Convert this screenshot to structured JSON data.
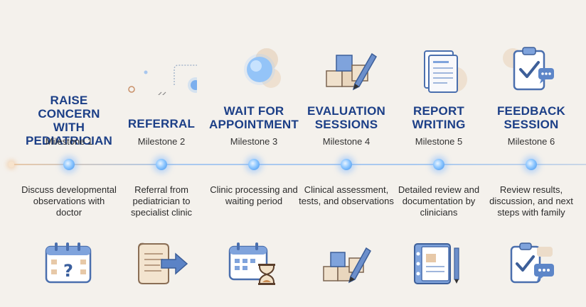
{
  "steps": [
    {
      "title": "RAISE CONCERN WITH PEDIATRICIAN",
      "milestone": "Milestone 1",
      "description": "Discuss developmental observations with doctor",
      "top_icon": "doctor-concern-icon",
      "bottom_icon": "calendar-question-icon"
    },
    {
      "title": "REFERRAL",
      "milestone": "Milestone 2",
      "description": "Referral from pediatrician to specialist clinic",
      "top_icon": "referral-path-icon",
      "bottom_icon": "scroll-arrow-icon"
    },
    {
      "title": "WAIT FOR APPOINTMENT",
      "milestone": "Milestone 3",
      "description": "Clinic processing and waiting period",
      "top_icon": "waiting-orb-icon",
      "bottom_icon": "calendar-hourglass-icon"
    },
    {
      "title": "EVALUATION SESSIONS",
      "milestone": "Milestone 4",
      "description": "Clinical assessment, tests, and observations",
      "top_icon": "blocks-pencil-icon",
      "bottom_icon": "blocks-pencil-icon"
    },
    {
      "title": "REPORT WRITING",
      "milestone": "Milestone 5",
      "description": "Detailed review and documentation by clinicians",
      "top_icon": "document-icon",
      "bottom_icon": "binder-document-icon"
    },
    {
      "title": "FEEDBACK SESSION",
      "milestone": "Milestone 6",
      "description": "Review results, discussion, and next steps with family",
      "top_icon": "clipboard-check-icon",
      "bottom_icon": "clipboard-chat-icon"
    }
  ],
  "colors": {
    "title": "#1c3f87",
    "dot": "#3f8fe8",
    "background": "#f4f1ec",
    "icon_blue": "#5d86c8",
    "icon_beige": "#e7d6c2"
  }
}
